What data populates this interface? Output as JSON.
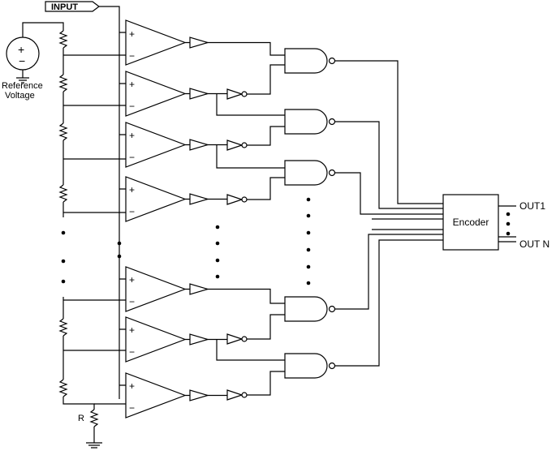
{
  "labels": {
    "input": "INPUT",
    "reference_line1": "Reference",
    "reference_line2": "Voltage",
    "resistor": "R",
    "encoder": "Encoder",
    "out1": "OUT1",
    "outn": "OUT N",
    "plus": "+",
    "minus": "−"
  },
  "colors": {
    "line": "#000000",
    "background": "#ffffff"
  }
}
